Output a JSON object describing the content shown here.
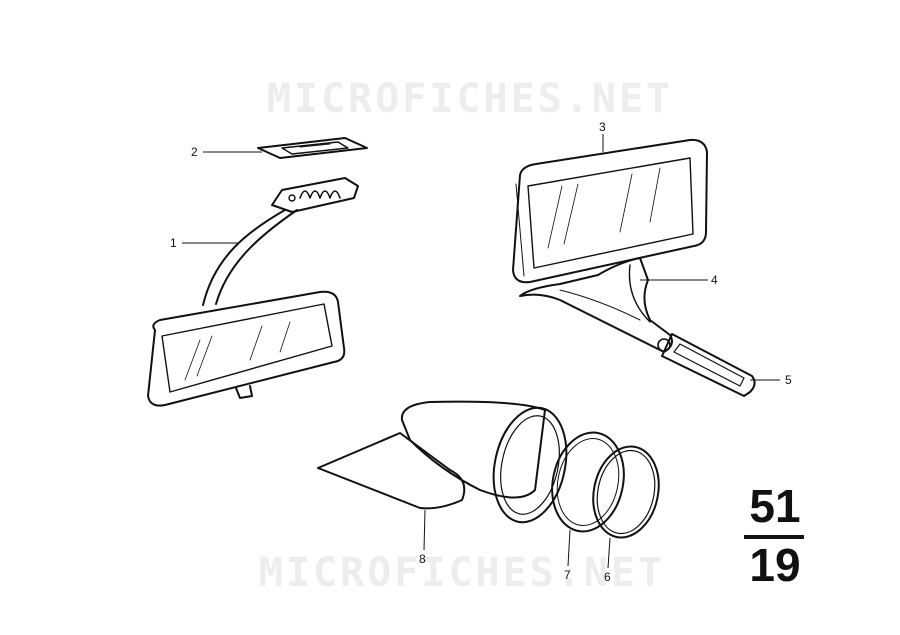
{
  "watermark": {
    "text_top": "MICROFICHES.NET",
    "text_bottom": "MICROFICHES.NET"
  },
  "page_number": {
    "major": "51",
    "minor": "19"
  },
  "callouts": [
    {
      "label": "1",
      "part": "interior-mirror-arm"
    },
    {
      "label": "2",
      "part": "mounting-plate"
    },
    {
      "label": "3",
      "part": "exterior-mirror-head"
    },
    {
      "label": "4",
      "part": "exterior-mirror-bracket"
    },
    {
      "label": "5",
      "part": "mirror-base-gasket"
    },
    {
      "label": "6",
      "part": "trim-ring"
    },
    {
      "label": "7",
      "part": "mirror-glass-round"
    },
    {
      "label": "8",
      "part": "round-mirror-housing"
    }
  ],
  "colors": {
    "ink": "#111111",
    "watermark": "#ededed",
    "background": "#ffffff"
  }
}
